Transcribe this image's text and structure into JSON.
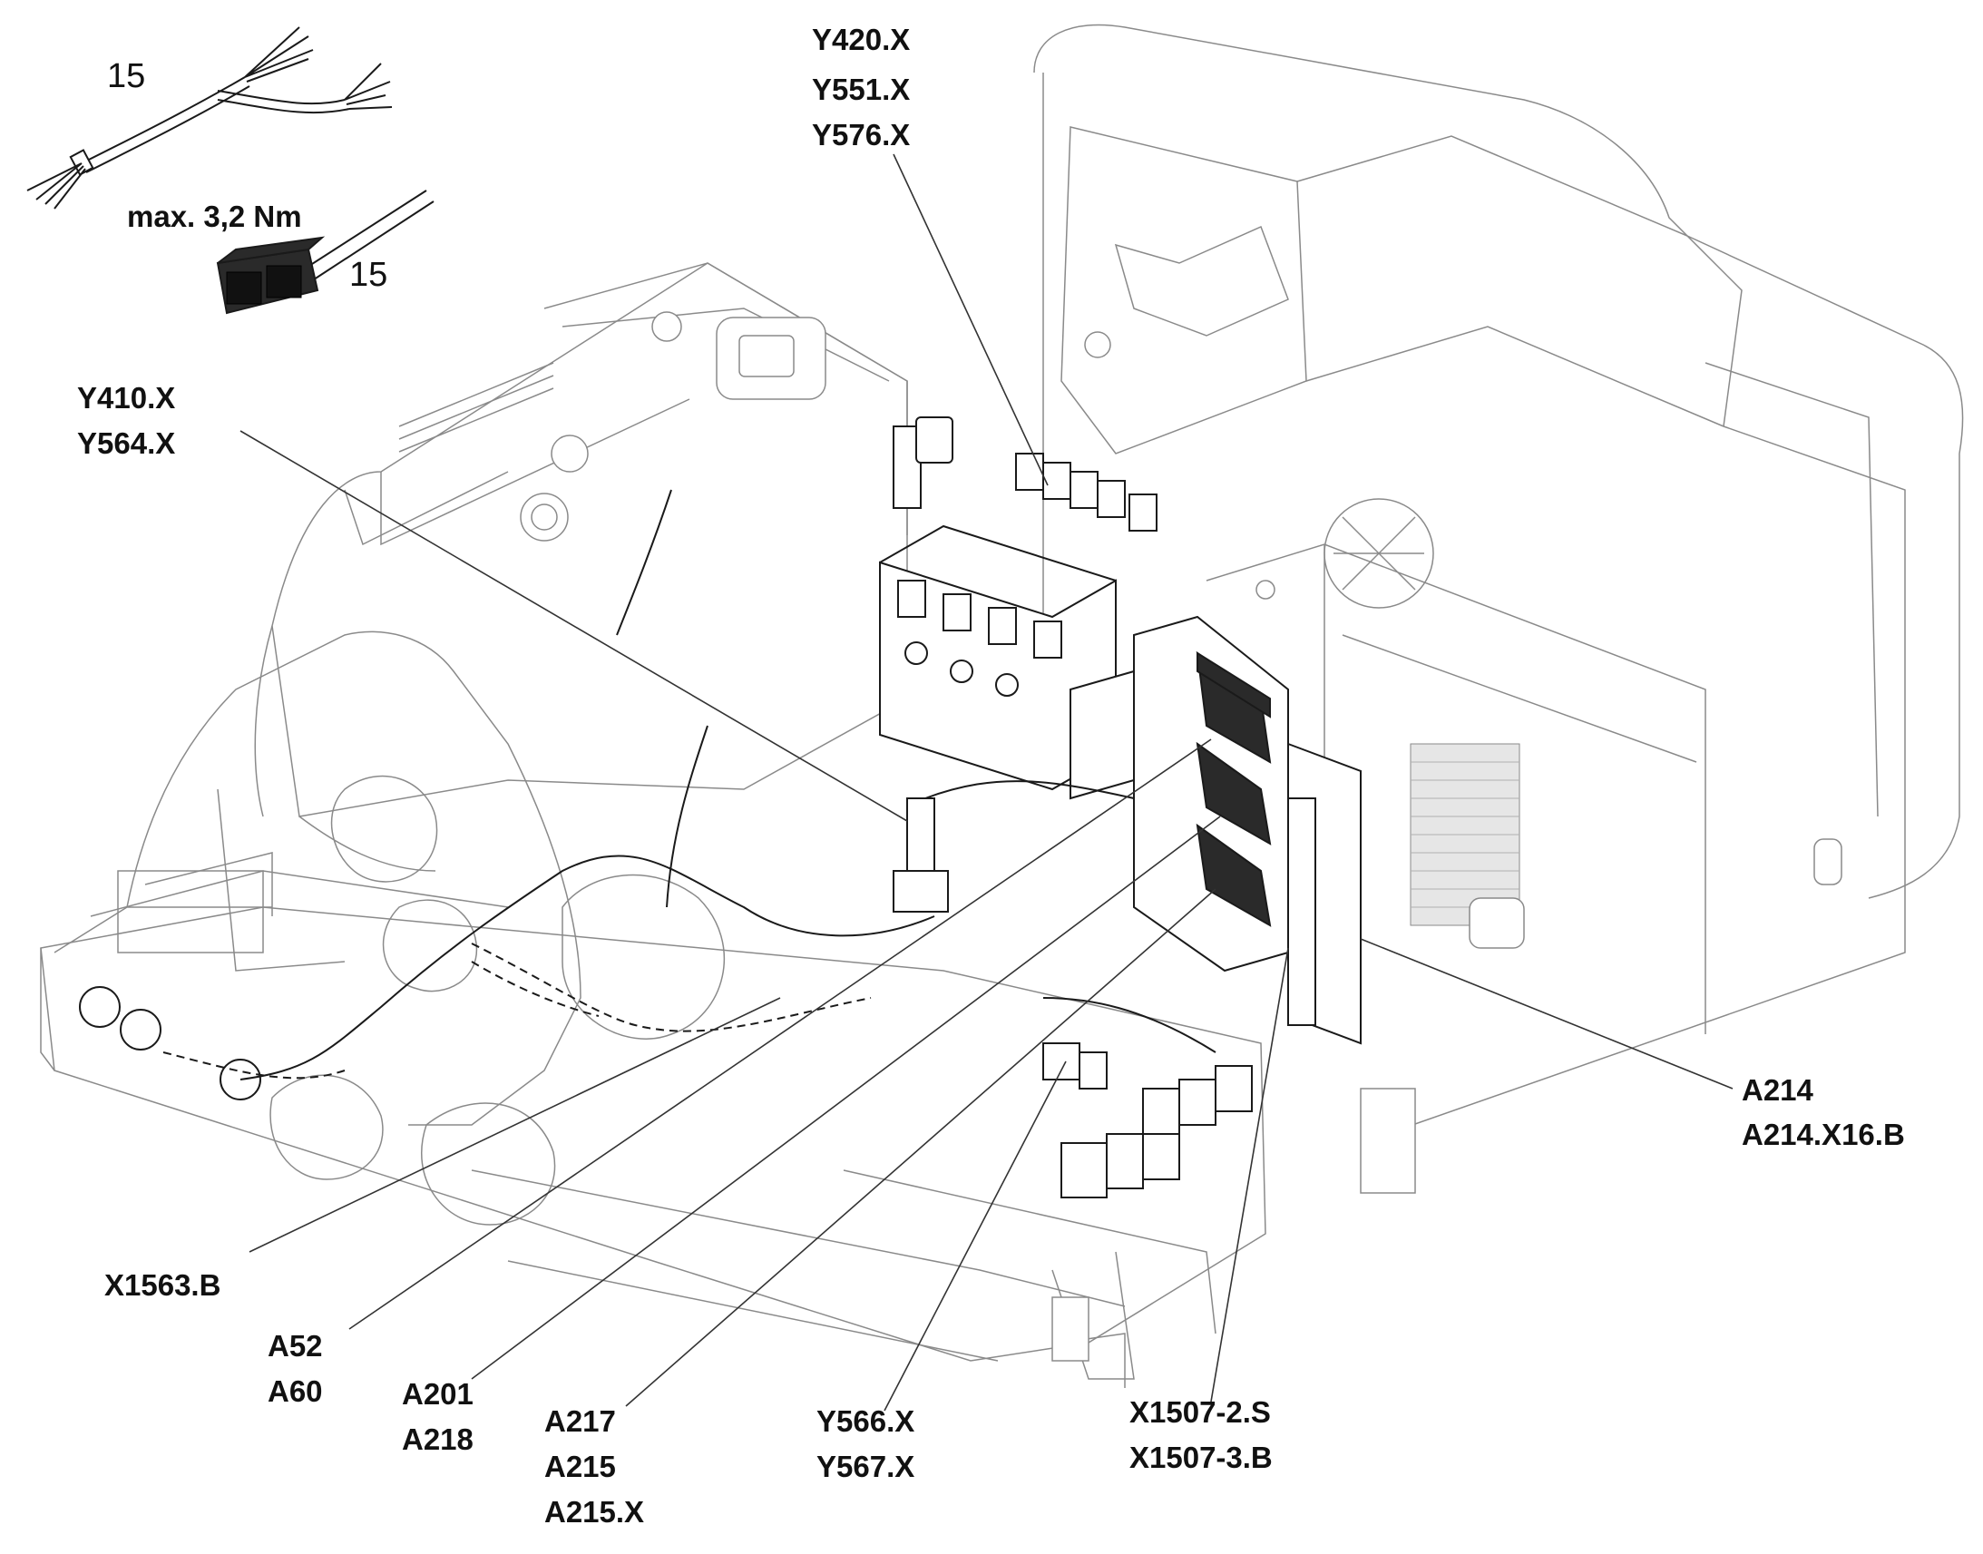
{
  "cable_detail": {
    "wire_number_top": "15",
    "torque_label": "max. 3,2 Nm",
    "wire_number_connector": "15"
  },
  "callouts": {
    "y420_group": [
      "Y420.X",
      "Y551.X",
      "Y576.X"
    ],
    "y410_group": [
      "Y410.X",
      "Y564.X"
    ],
    "a214_group": [
      "A214",
      "A214.X16.B"
    ],
    "x1563": [
      "X1563.B"
    ],
    "a52_group": [
      "A52",
      "A60"
    ],
    "a201_group": [
      "A201",
      "A218"
    ],
    "a217_group": [
      "A217",
      "A215",
      "A215.X"
    ],
    "y566_group": [
      "Y566.X",
      "Y567.X"
    ],
    "x1507_group": [
      "X1507-2.S",
      "X1507-3.B"
    ]
  }
}
